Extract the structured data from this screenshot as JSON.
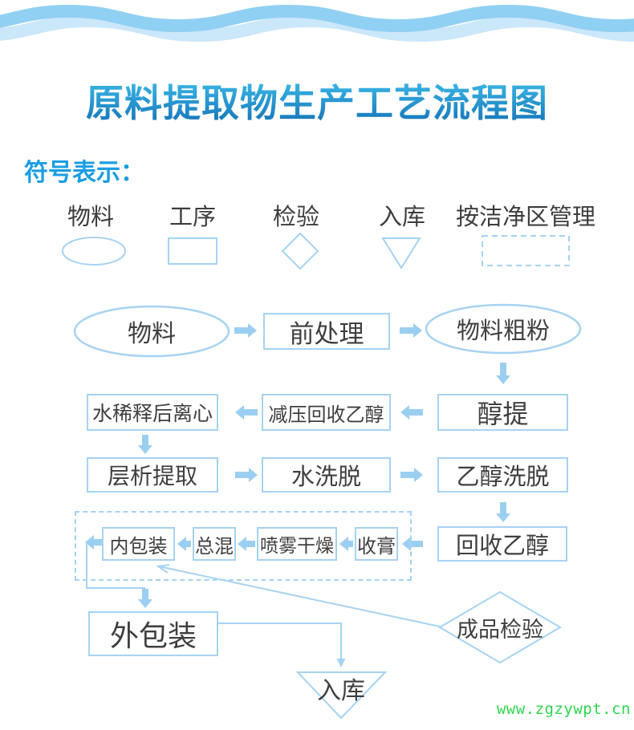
{
  "title": "原料提取物生产工艺流程图",
  "legend": {
    "heading": "符号表示：",
    "items": [
      {
        "label": "物料",
        "shape": "ellipse"
      },
      {
        "label": "工序",
        "shape": "rect"
      },
      {
        "label": "检验",
        "shape": "diamond"
      },
      {
        "label": "入库",
        "shape": "triangle-down"
      },
      {
        "label": "按洁净区管理",
        "shape": "dashed-rect"
      }
    ]
  },
  "flow": {
    "material": "物料",
    "pretreatment": "前处理",
    "coarse_powder": "物料粗粉",
    "alcohol_extraction": "醇提",
    "vacuum_ethanol_recovery": "减压回收乙醇",
    "water_dilution_centrifuge": "水稀释后离心",
    "chromatography_extraction": "层析提取",
    "water_elution": "水洗脱",
    "ethanol_elution": "乙醇洗脱",
    "ethanol_recovery": "回收乙醇",
    "paste_collection": "收膏",
    "spray_drying": "喷雾干燥",
    "total_mixing": "总混",
    "inner_packaging": "内包装",
    "outer_packaging": "外包装",
    "product_inspection": "成品检验",
    "warehousing": "入库"
  },
  "watermark": "www.zgzywpt.cn",
  "colors": {
    "shape_stroke": "#a6d3f2",
    "arrow_fill": "#9bcff1",
    "wave_main": "#90d0f3",
    "wave_light": "#cbe7fa",
    "title_gradient_top": "#41c4ef",
    "title_gradient_bottom": "#1470b5",
    "legend_heading_blue": "#1b9ee2",
    "text_gray": "#3f3f3f",
    "watermark_green": "#2fd650"
  }
}
